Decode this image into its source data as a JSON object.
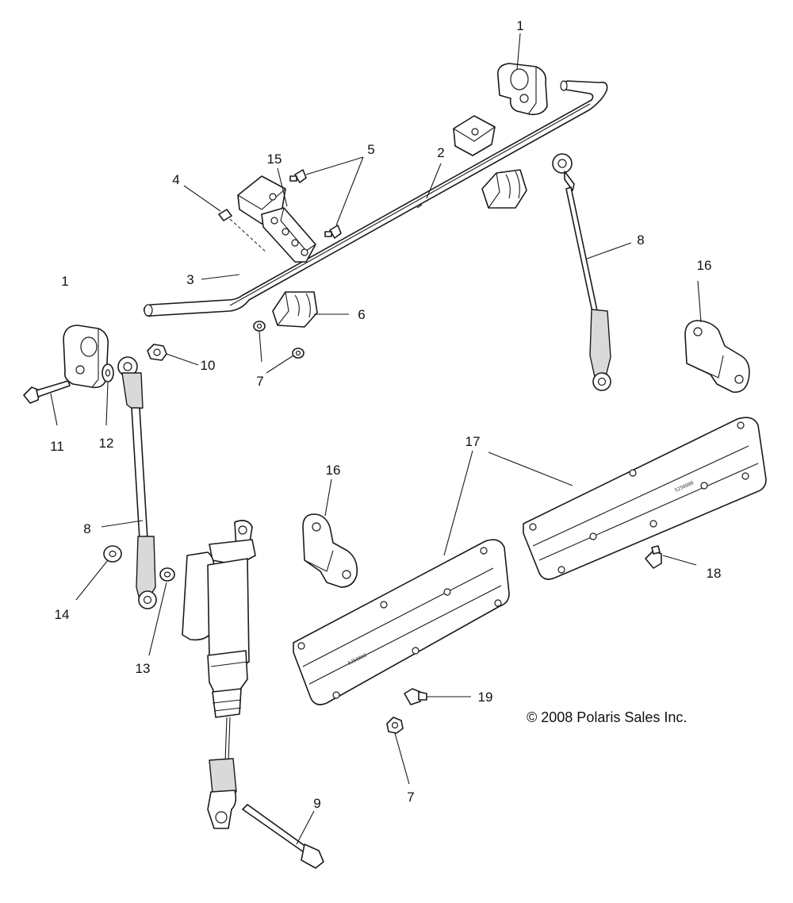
{
  "callouts": {
    "c1a": "1",
    "c1b": "1",
    "c2": "2",
    "c3": "3",
    "c4": "4",
    "c5": "5",
    "c6": "6",
    "c7a": "7",
    "c7b": "7",
    "c8a": "8",
    "c8b": "8",
    "c9": "9",
    "c10": "10",
    "c11": "11",
    "c12": "12",
    "c13": "13",
    "c14": "14",
    "c15": "15",
    "c16a": "16",
    "c16b": "16",
    "c17": "17",
    "c18": "18",
    "c19": "19"
  },
  "copyright": "© 2008 Polaris Sales Inc.",
  "colors": {
    "line": "#1a1a1a",
    "shade": "#d9d9d9",
    "background": "#ffffff"
  }
}
